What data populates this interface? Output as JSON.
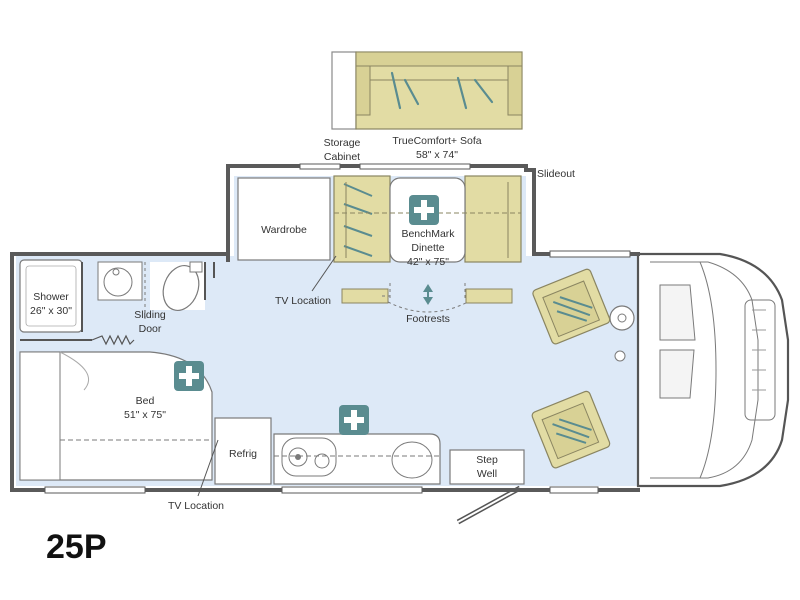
{
  "model": "25P",
  "labels": {
    "storage_cabinet_1": "Storage",
    "storage_cabinet_2": "Cabinet",
    "sofa_1": "TrueComfort+ Sofa",
    "sofa_2": "58\" x 74\"",
    "slideout": "Slideout",
    "wardrobe": "Wardrobe",
    "dinette_1": "BenchMark",
    "dinette_2": "Dinette",
    "dinette_3": "42\" x 75\"",
    "tv_location_upper": "TV Location",
    "footrests": "Footrests",
    "shower_1": "Shower",
    "shower_2": "26\" x 30\"",
    "sliding_door_1": "Sliding",
    "sliding_door_2": "Door",
    "bed_1": "Bed",
    "bed_2": "51\" x 75\"",
    "refrig": "Refrig",
    "step_well_1": "Step",
    "step_well_2": "Well",
    "tv_location_lower": "TV Location"
  },
  "colors": {
    "floor": "#dde9f7",
    "wall": "#5a5a5a",
    "furniture": "#e2dca4",
    "furniture_stroke": "#8a8561",
    "accent_teal": "#5a8c90",
    "text": "#333333"
  },
  "icons": [
    "plus-icon",
    "plus-icon",
    "plus-icon",
    "plus-icon",
    "up-down-arrow-icon"
  ]
}
